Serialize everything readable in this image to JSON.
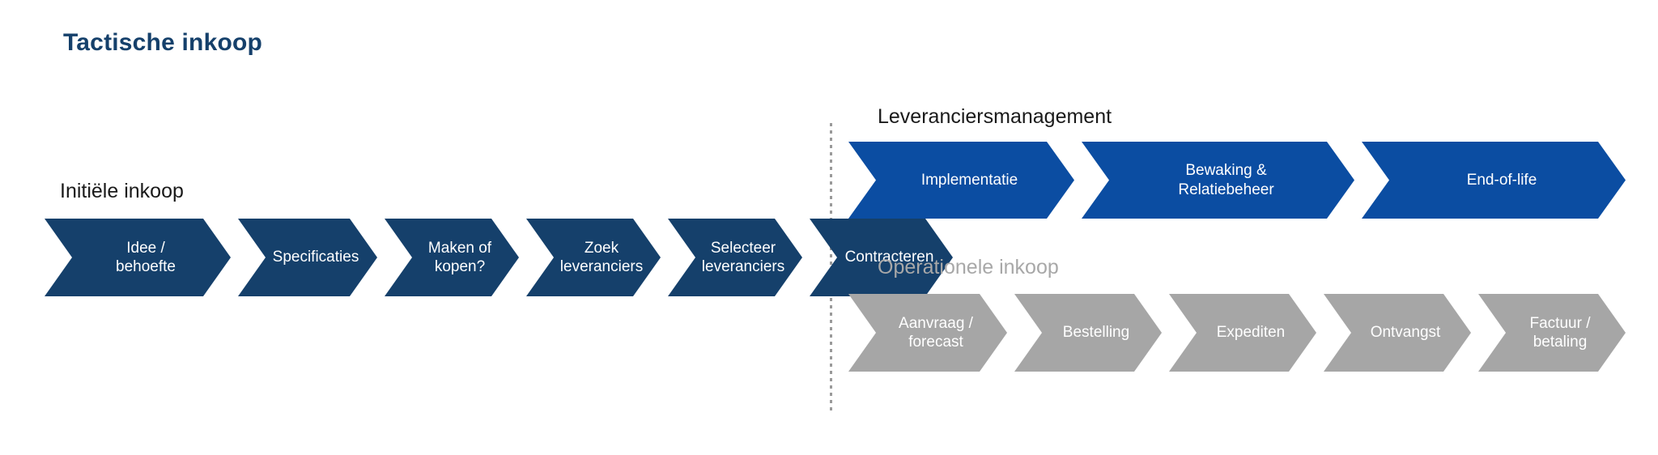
{
  "title": "Tactische inkoop",
  "colors": {
    "title": "#15406b",
    "navy": "#15406b",
    "blue": "#0b4da2",
    "grey": "#a6a6a6",
    "label": "#1a1a1a",
    "label_muted": "#a8a8a8",
    "background": "#ffffff",
    "divider": "#9a9a9a"
  },
  "sections": {
    "initiele": {
      "label": "Initiële inkoop",
      "steps": [
        {
          "label": "Idee /\nbehoefte"
        },
        {
          "label": "Specificaties"
        },
        {
          "label": "Maken of\nkopen?"
        },
        {
          "label": "Zoek\nleveranciers"
        },
        {
          "label": "Selecteer\nleveranciers"
        },
        {
          "label": "Contracteren"
        }
      ]
    },
    "leveranciersmanagement": {
      "label": "Leveranciersmanagement",
      "steps": [
        {
          "label": "Implementatie"
        },
        {
          "label": "Bewaking &\nRelatiebeheer"
        },
        {
          "label": "End-of-life"
        }
      ]
    },
    "operationele": {
      "label": "Operationele inkoop",
      "steps": [
        {
          "label": "Aanvraag /\nforecast"
        },
        {
          "label": "Bestelling"
        },
        {
          "label": "Expediten"
        },
        {
          "label": "Ontvangst"
        },
        {
          "label": "Factuur /\nbetaling"
        }
      ]
    }
  }
}
